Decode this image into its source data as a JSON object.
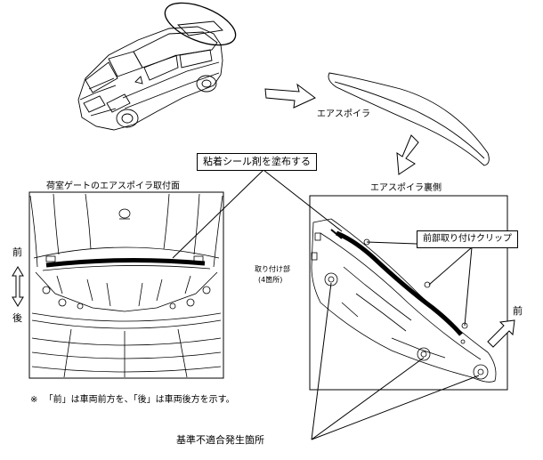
{
  "labels": {
    "air_spoiler": "エアスポイラ",
    "apply_sealant": "粘着シール剤を塗布する",
    "tailgate_mount_face": "荷室ゲートのエアスポイラ取付面",
    "spoiler_back_side": "エアスポイラ裏側",
    "front_clip": "前部取り付けクリップ",
    "mount_points_line1": "取り付け部",
    "mount_points_line2": "(4箇所)",
    "front": "前",
    "rear": "後",
    "front_right": "前",
    "nonconformance": "基準不適合発生箇所",
    "note_mark": "※",
    "note_text": "「前」は車両前方を、「後」は車両後方を示す。"
  },
  "icons": [
    "car-illustration",
    "spoiler-illustration",
    "double-arrow-icon",
    "right-arrow-icon"
  ],
  "colors": {
    "line": "#000000",
    "background": "#ffffff"
  }
}
